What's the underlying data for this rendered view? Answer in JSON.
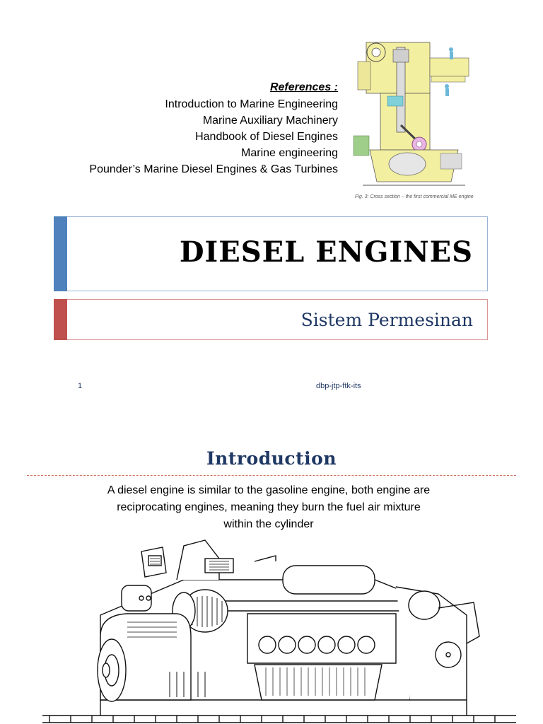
{
  "slide1": {
    "references_title": "References :",
    "references": [
      "Introduction to Marine Engineering",
      "Marine Auxiliary Machinery",
      "Handbook of Diesel Engines",
      "Marine engineering",
      "Pounder’s Marine Diesel Engines & Gas Turbines"
    ],
    "figure_caption": "Fig. 3: Cross section – the first commercial ME engine",
    "title": "DIESEL ENGINES",
    "subtitle": "Sistem Permesinan",
    "page_number": "1",
    "footer": "dbp-jtp-ftk-its"
  },
  "slide2": {
    "title": "Introduction",
    "body": "A diesel engine is similar to the gasoline engine, both engine are reciprocating engines, meaning they burn the fuel air mixture within the cylinder"
  },
  "colors": {
    "title_accent": "#4f81bd",
    "subtitle_accent": "#c0504d",
    "heading_text": "#1f3864"
  }
}
